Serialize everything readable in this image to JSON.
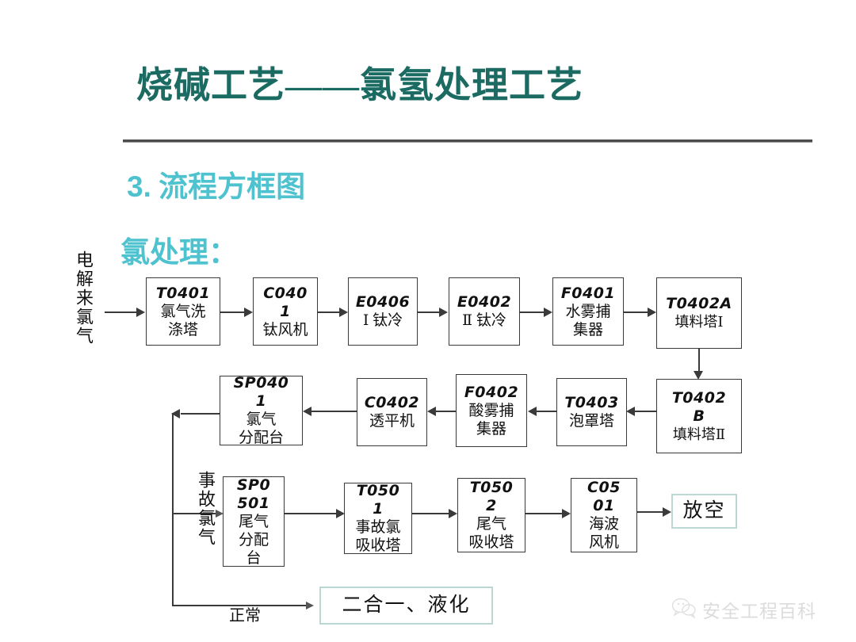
{
  "slide": {
    "title": "烧碱工艺——氯氢处理工艺",
    "section_number": "3.",
    "section_title": " 流程方框图",
    "subsection_title": "氯处理："
  },
  "colors": {
    "title": "#1b6b63",
    "heading": "#4ec3cf",
    "box_border": "#3a3a3a",
    "terminal_border": "#bcd8d4",
    "rule": "#4d4d4d",
    "watermark": "#8d8d8d"
  },
  "labels": {
    "inlet_chlorine": "电解来氯气",
    "accident_chlorine": "事故氯气",
    "normal": "正常"
  },
  "flow": {
    "row1": [
      {
        "code": "T0401",
        "cn1": "氯气洗",
        "cn2": "涤塔"
      },
      {
        "code": "C040",
        "code2": "1",
        "cn1": "钛风机"
      },
      {
        "code": "E0406",
        "cn1": "Ⅰ 钛冷"
      },
      {
        "code": "E0402",
        "cn1": "Ⅱ 钛冷"
      },
      {
        "code": "F0401",
        "cn1": "水雾捕",
        "cn2": "集器"
      },
      {
        "code": "T0402A",
        "cn1": "填料塔Ⅰ"
      }
    ],
    "row2": [
      {
        "code": "SP040",
        "code2": "1",
        "cn1": "氯气",
        "cn2": "分配台"
      },
      {
        "code": "C0402",
        "cn1": "透平机"
      },
      {
        "code": "F0402",
        "cn1": "酸雾捕",
        "cn2": "集器"
      },
      {
        "code": "T0403",
        "cn1": "泡罩塔"
      },
      {
        "code": "T0402",
        "code2": "B",
        "cn1": "填料塔Ⅱ"
      }
    ],
    "row3": [
      {
        "code": "SP0",
        "code2": "501",
        "cn1": "尾气",
        "cn2": "分配",
        "cn3": "台"
      },
      {
        "code": "T050",
        "code2": "1",
        "cn1": "事故氯",
        "cn2": "吸收塔"
      },
      {
        "code": "T050",
        "code2": "2",
        "cn1": "尾气",
        "cn2": "吸收塔"
      },
      {
        "code": "C05",
        "code2": "01",
        "cn1": "海波",
        "cn2": "风机"
      }
    ],
    "terminals": {
      "vent": "放空",
      "liquefaction": "二合一、液化"
    }
  },
  "watermark": {
    "icon": "wechat-icon",
    "text": "安全工程百科"
  }
}
